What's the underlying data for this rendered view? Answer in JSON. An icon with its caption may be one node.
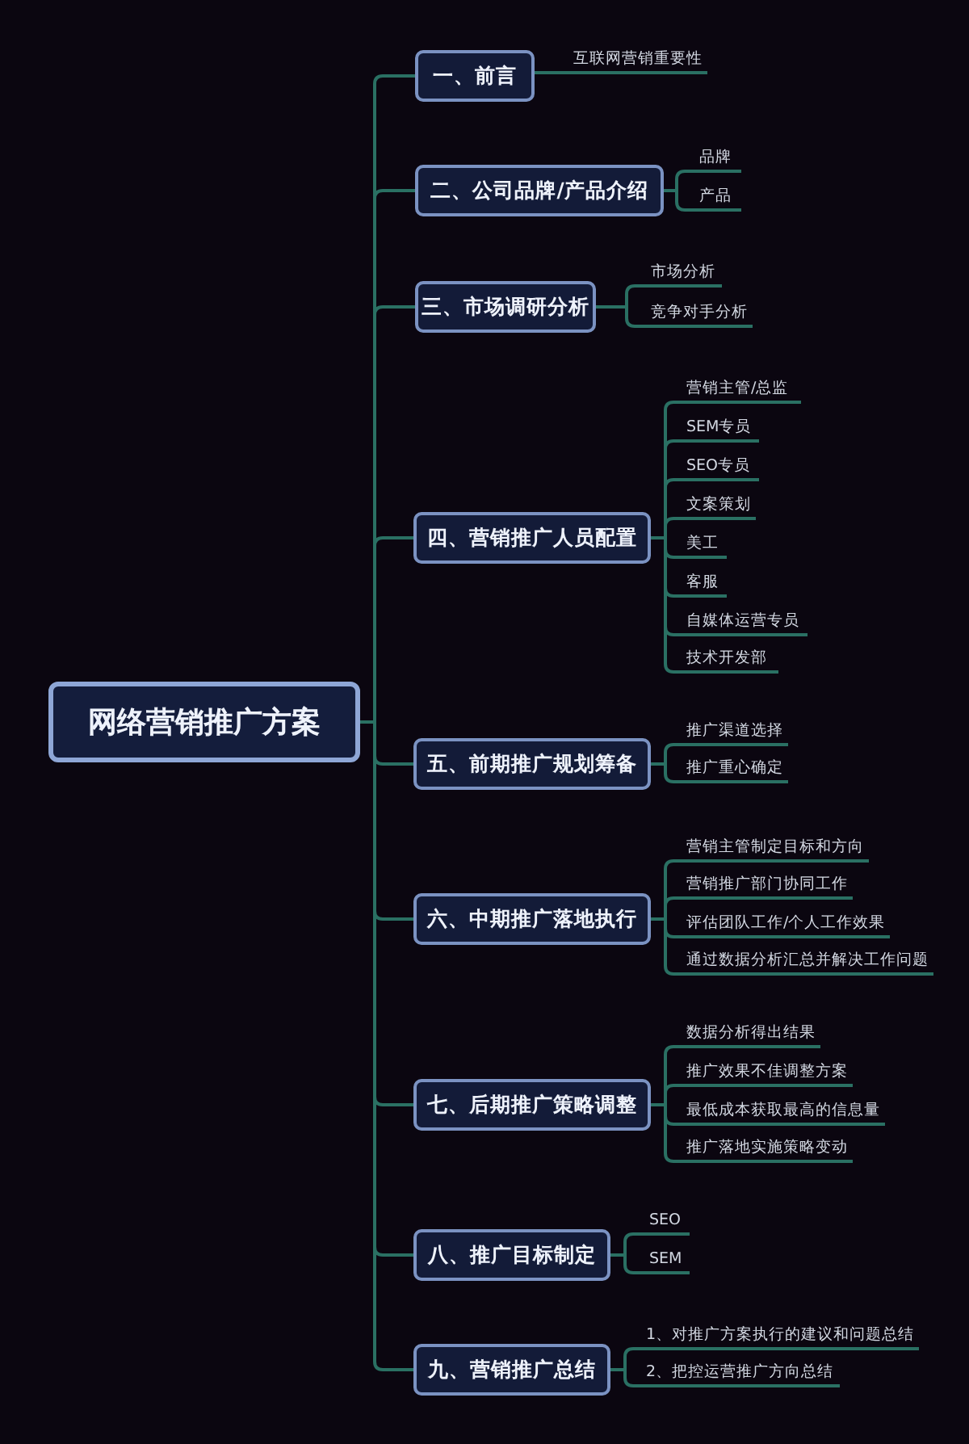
{
  "diagram": {
    "nodes": [
      {
        "text": [
          "网络营销推广方案"
        ]
      },
      {
        "text": [
          "一、前言"
        ]
      },
      {
        "text": [
          "互联网营销重要性"
        ]
      },
      {
        "text": [
          "二、公司品牌/产品介绍"
        ]
      },
      {
        "text": [
          "品牌"
        ]
      },
      {
        "text": [
          "产品"
        ]
      },
      {
        "text": [
          "三、市场调研分析"
        ]
      },
      {
        "text": [
          "市场分析"
        ]
      },
      {
        "text": [
          "竞争对手分析"
        ]
      },
      {
        "text": [
          "四、营销推广人员配置"
        ]
      },
      {
        "text": [
          "营销主管/总监"
        ]
      },
      {
        "text": [
          "SEM专员"
        ]
      },
      {
        "text": [
          "SEO专员"
        ]
      },
      {
        "text": [
          "文案策划"
        ]
      },
      {
        "text": [
          "美工"
        ]
      },
      {
        "text": [
          "客服"
        ]
      },
      {
        "text": [
          "自媒体运营专员"
        ]
      },
      {
        "text": [
          "技术开发部"
        ]
      },
      {
        "text": [
          "五、前期推广规划筹备"
        ]
      },
      {
        "text": [
          "推广渠道选择"
        ]
      },
      {
        "text": [
          "推广重心确定"
        ]
      },
      {
        "text": [
          "六、中期推广落地执行"
        ]
      },
      {
        "text": [
          "营销主管制定目标和方向"
        ]
      },
      {
        "text": [
          "营销推广部门协同工作"
        ]
      },
      {
        "text": [
          "评估团队工作/个人工作效果"
        ]
      },
      {
        "text": [
          "通过数据分析汇总并解决工作问题"
        ]
      },
      {
        "text": [
          "七、后期推广策略调整"
        ]
      },
      {
        "text": [
          "数据分析得出结果"
        ]
      },
      {
        "text": [
          "推广效果不佳调整方案"
        ]
      },
      {
        "text": [
          "最低成本获取最高的信息量"
        ]
      },
      {
        "text": [
          "推广落地实施策略变动"
        ]
      },
      {
        "text": [
          "八、推广目标制定"
        ]
      },
      {
        "text": [
          "SEO"
        ]
      },
      {
        "text": [
          "SEM"
        ]
      },
      {
        "text": [
          "九、营销推广总结"
        ]
      },
      {
        "text": [
          "1、对推广方案执行的建议和问题总结"
        ]
      },
      {
        "text": [
          "2、把控运营推广方向总结"
        ]
      }
    ],
    "edges": [
      {
        "from": 0,
        "to": 1,
        "arrow": "none"
      },
      {
        "from": 0,
        "to": 3,
        "arrow": "none"
      },
      {
        "from": 0,
        "to": 6,
        "arrow": "none"
      },
      {
        "from": 0,
        "to": 9,
        "arrow": "none"
      },
      {
        "from": 0,
        "to": 18,
        "arrow": "none"
      },
      {
        "from": 0,
        "to": 21,
        "arrow": "none"
      },
      {
        "from": 0,
        "to": 26,
        "arrow": "none"
      },
      {
        "from": 0,
        "to": 31,
        "arrow": "none"
      },
      {
        "from": 0,
        "to": 34,
        "arrow": "none"
      },
      {
        "from": 1,
        "to": 2,
        "arrow": "none"
      },
      {
        "from": 3,
        "to": 4,
        "arrow": "none"
      },
      {
        "from": 3,
        "to": 5,
        "arrow": "none"
      },
      {
        "from": 6,
        "to": 7,
        "arrow": "none"
      },
      {
        "from": 6,
        "to": 8,
        "arrow": "none"
      },
      {
        "from": 9,
        "to": 10,
        "arrow": "none"
      },
      {
        "from": 9,
        "to": 11,
        "arrow": "none"
      },
      {
        "from": 9,
        "to": 12,
        "arrow": "none"
      },
      {
        "from": 9,
        "to": 13,
        "arrow": "none"
      },
      {
        "from": 9,
        "to": 14,
        "arrow": "none"
      },
      {
        "from": 9,
        "to": 15,
        "arrow": "none"
      },
      {
        "from": 9,
        "to": 16,
        "arrow": "none"
      },
      {
        "from": 9,
        "to": 17,
        "arrow": "none"
      },
      {
        "from": 18,
        "to": 19,
        "arrow": "none"
      },
      {
        "from": 18,
        "to": 20,
        "arrow": "none"
      },
      {
        "from": 21,
        "to": 22,
        "arrow": "none"
      },
      {
        "from": 21,
        "to": 23,
        "arrow": "none"
      },
      {
        "from": 21,
        "to": 24,
        "arrow": "none"
      },
      {
        "from": 21,
        "to": 25,
        "arrow": "none"
      },
      {
        "from": 26,
        "to": 27,
        "arrow": "none"
      },
      {
        "from": 26,
        "to": 28,
        "arrow": "none"
      },
      {
        "from": 26,
        "to": 29,
        "arrow": "none"
      },
      {
        "from": 26,
        "to": 30,
        "arrow": "none"
      },
      {
        "from": 31,
        "to": 32,
        "arrow": "none"
      },
      {
        "from": 31,
        "to": 33,
        "arrow": "none"
      },
      {
        "from": 34,
        "to": 35,
        "arrow": "none"
      },
      {
        "from": 34,
        "to": 36,
        "arrow": "none"
      }
    ]
  }
}
